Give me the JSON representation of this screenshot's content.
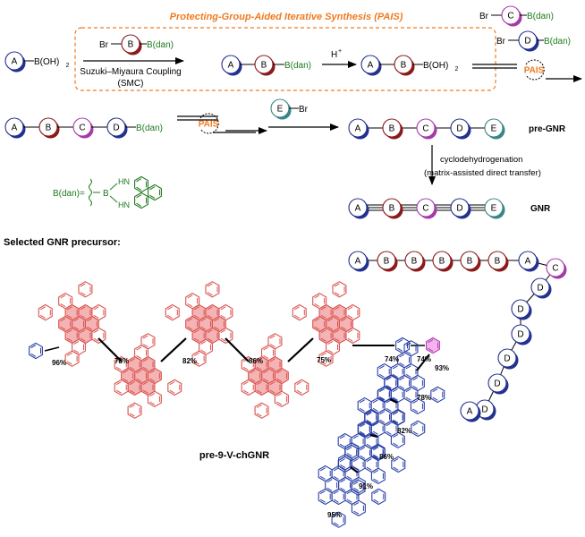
{
  "colors": {
    "A": "#23318f",
    "B": "#8b1a1a",
    "C": "#a53aa8",
    "D": "#23318f",
    "E": "#3a8585",
    "pais": "#f07a1e",
    "dan": "#1e7a1e",
    "red_ring": "#e8767a",
    "red_fill": "#f4b3b4",
    "blue_ring": "#2a3fa8",
    "pink_fill": "#f3b4ee",
    "black": "#000000"
  },
  "header": {
    "title": "Protecting-Group-Aided Iterative Synthesis (PAIS)"
  },
  "labels": {
    "boh2": "B(OH)",
    "sub2": "2",
    "dan": "B(dan)",
    "br": "Br",
    "hplus": "H",
    "plus_sup": "+",
    "smc_line1": "Suzuki–Miyaura Coupling",
    "smc_line2": "(SMC)",
    "pais": "PAIS",
    "pre_gnr": "pre-GNR",
    "gnr": "GNR",
    "cdh_line1": "cyclodehydrogenation",
    "cdh_line2": "(matrix-assisted direct transfer)",
    "bdan_def": "B(dan)=",
    "bdan_b": "B",
    "bdan_hn": "HN",
    "selected": "Selected GNR precursor:",
    "polymer": "pre-9-V-chGNR"
  },
  "letters": {
    "A": "A",
    "B": "B",
    "C": "C",
    "D": "D",
    "E": "E"
  },
  "chain": [
    "A",
    "B",
    "B",
    "B",
    "B",
    "B",
    "A",
    "C",
    "D",
    "D",
    "D",
    "D",
    "D",
    "D",
    "A"
  ],
  "yields": [
    "96%",
    "78%",
    "82%",
    "86%",
    "75%",
    "74%",
    "74%",
    "93%",
    "78%",
    "82%",
    "86%",
    "91%",
    "95%"
  ]
}
